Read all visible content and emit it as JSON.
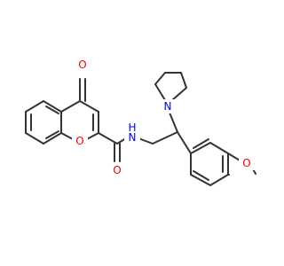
{
  "molecule": {
    "atoms": [
      {
        "id": "O_keto",
        "label": "O",
        "color": "#ff0000"
      },
      {
        "id": "O_ring",
        "label": "O",
        "color": "#ff0000"
      },
      {
        "id": "O_amide",
        "label": "O",
        "color": "#ff0000"
      },
      {
        "id": "N_amide",
        "label": "N",
        "hydrogen": "H",
        "color": "#0000ff"
      },
      {
        "id": "N_pyrrolidine",
        "label": "N",
        "color": "#0000ff"
      },
      {
        "id": "O_methoxy",
        "label": "O",
        "color": "#ff0000"
      }
    ],
    "colors": {
      "bond": "#333333",
      "oxygen": "#ff0000",
      "nitrogen": "#0000ff"
    }
  }
}
